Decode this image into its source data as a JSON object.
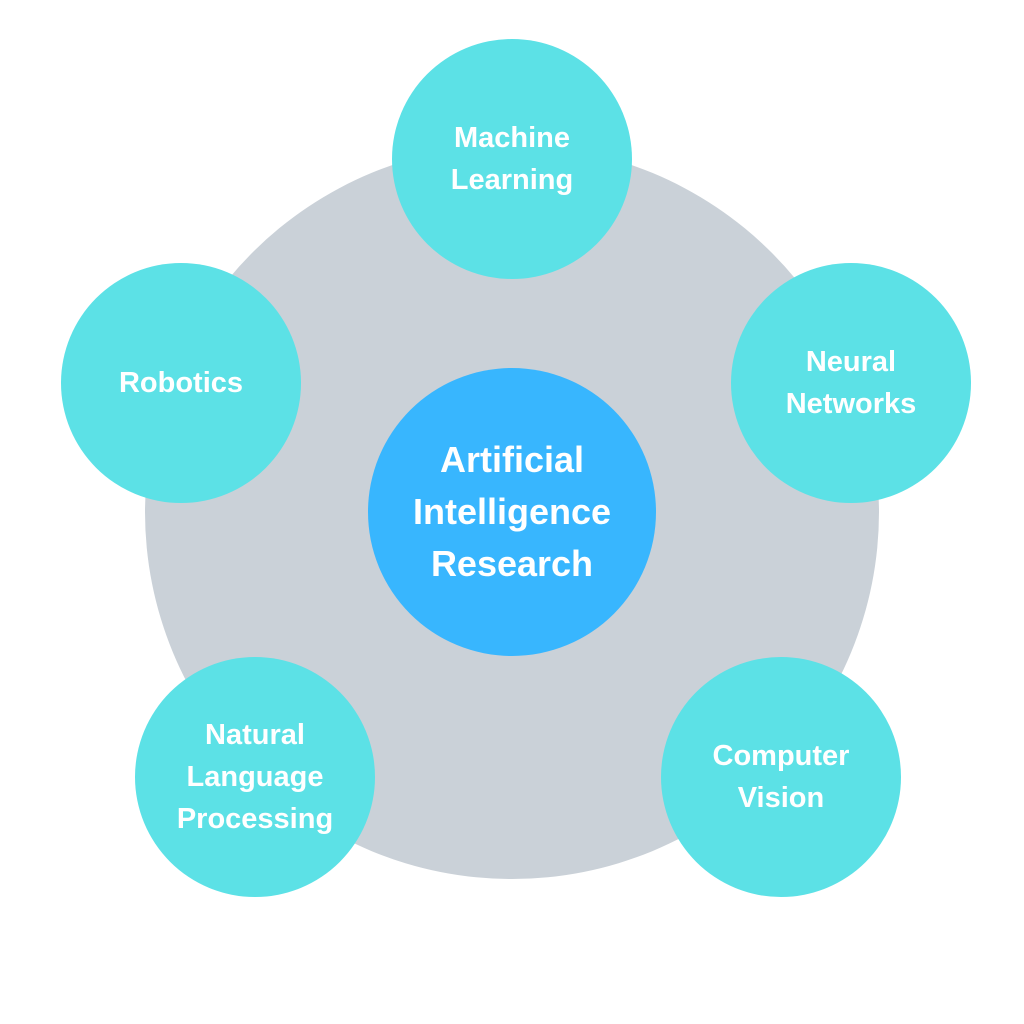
{
  "colors": {
    "background": "#ffffff",
    "ring": "#cad1d8",
    "center": "#38b6fe",
    "node": "#5ce1e6",
    "text": "#ffffff"
  },
  "center": {
    "label": "Artificial\nIntelligence\nResearch"
  },
  "nodes": {
    "machine_learning": "Machine\nLearning",
    "neural_networks": "Neural\nNetworks",
    "computer_vision": "Computer\nVision",
    "natural_language_processing": "Natural\nLanguage\nProcessing",
    "robotics": "Robotics"
  }
}
